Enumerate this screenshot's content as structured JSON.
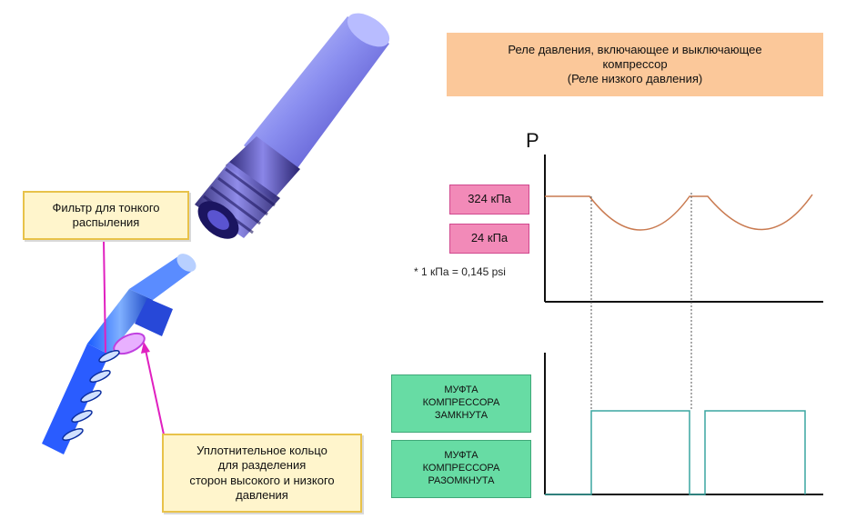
{
  "title": {
    "line1": "Реле давления, включающее и выключающее",
    "line2": "компрессор",
    "line3": "(Реле низкого давления)"
  },
  "callouts": {
    "filter_line1": "Фильтр для тонкого",
    "filter_line2": "распыления",
    "seal_line1": "Уплотнительное кольцо",
    "seal_line2": "для разделения",
    "seal_line3": "сторон высокого и низкого",
    "seal_line4": "давления"
  },
  "pressure_chart": {
    "axis_label": "P",
    "high_label": "324 кПа",
    "low_label": "24 кПа",
    "note": "* 1 кПа = 0,145 psi"
  },
  "clutch_chart": {
    "closed_line1": "МУФТА",
    "closed_line2": "КОМПРЕССОРА",
    "closed_line3": "ЗАМКНУТА",
    "open_line1": "МУФТА",
    "open_line2": "КОМПРЕССОРА",
    "open_line3": "РАЗОМКНУТА"
  },
  "colors": {
    "title_bg": "#fbc89a",
    "callout_bg": "#fff5cc",
    "pink_label": "#f28ab8",
    "green_label": "#67dca4",
    "pressure_line": "#c97a50",
    "clutch_line": "#3aa6a0",
    "arrow": "#e020c0"
  },
  "icons": [
    "threaded-fitting-icon",
    "switch-valve-icon"
  ]
}
